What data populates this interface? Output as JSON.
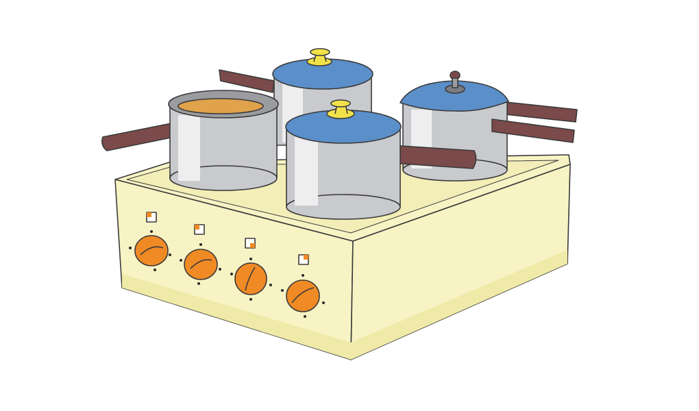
{
  "scene": {
    "subject": "stove-with-four-pots",
    "colors": {
      "stove": "#f7f3c4",
      "stove_shade": "#ece6a8",
      "outline": "#3a3a3a",
      "pot": "#c9cacd",
      "pot_light": "#eeeeef",
      "lid": "#5b8fc9",
      "lid_knob": "#f2e24a",
      "handle": "#7b4a4a",
      "knob": "#f08a25",
      "food": "#e0a24a"
    },
    "knob_count": 4,
    "pot_count": 4
  }
}
